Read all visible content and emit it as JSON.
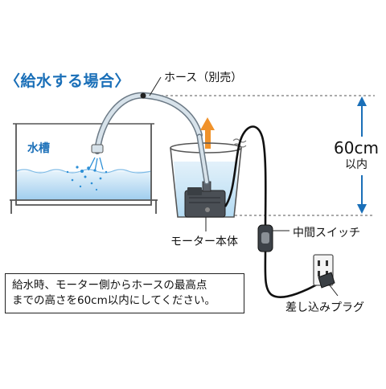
{
  "title": "〈給水する場合〉",
  "labels": {
    "hose": "ホース（別売）",
    "tank": "水槽",
    "height_value": "60cm",
    "height_sub": "以内",
    "motor": "モーター本体",
    "switch": "中間スイッチ",
    "plug": "差し込みプラグ"
  },
  "note": {
    "line1": "給水時、モーター側からホースの最高点",
    "line2": "までの高さを60cm以内にしてください。"
  },
  "colors": {
    "accent_blue": "#1a6fb8",
    "water_light": "#cfe8f7",
    "water_mid": "#a9d3f0",
    "arrow_orange": "#f0922b",
    "dashed": "#555555"
  },
  "icons": [
    "up-down-arrow-icon",
    "flow-arrow-icon",
    "heat-wave-icon",
    "outlet-icon"
  ]
}
